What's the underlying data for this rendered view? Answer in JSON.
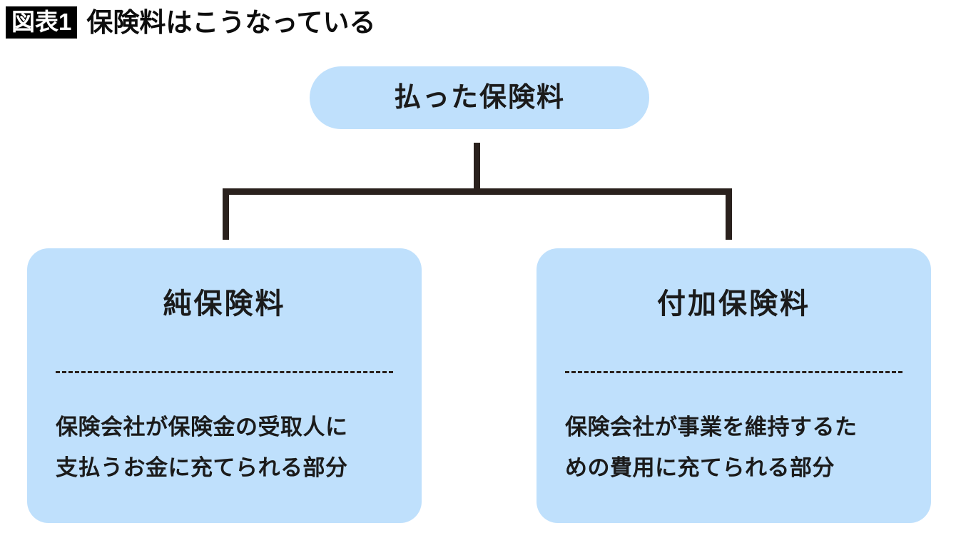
{
  "header": {
    "badge": "図表1",
    "title": "保険料はこうなっている",
    "badge_bg": "#000000",
    "badge_fg": "#ffffff",
    "title_color": "#0d0d0d"
  },
  "diagram": {
    "type": "hierarchy",
    "node_fill": "#bfe0fc",
    "connector_color": "#2a211d",
    "text_color": "#1b1b1b",
    "root": {
      "label": "払った保険料"
    },
    "children": [
      {
        "title": "純保険料",
        "body_lines": [
          "保険会社が保険金の受取人に",
          "支払うお金に充てられる部分"
        ]
      },
      {
        "title": "付加保険料",
        "body_lines": [
          "保険会社が事業を維持するた",
          "めの費用に充てられる部分"
        ]
      }
    ]
  }
}
